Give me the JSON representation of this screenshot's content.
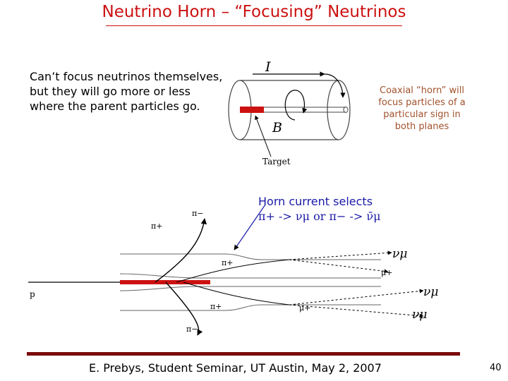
{
  "slide": {
    "title": "Neutrino Horn – “Focusing” Neutrinos",
    "intro_text": "Can’t focus neutrinos themselves, but they will go more or less where the parent particles go.",
    "coax_text": "Coaxial “horn” will focus particles of a particular sign in both planes",
    "target_label": "Target",
    "horn_current_line1": "Horn current selects",
    "horn_current_line2": "π+ -> νμ or π− -> ν̄μ",
    "footer": "E. Prebys, Student Seminar, UT Austin, May 2, 2007",
    "page_number": "40"
  },
  "diagram": {
    "current_label": "I",
    "field_label": "B",
    "proton_label": "p",
    "pion_plus_label": "π+",
    "pion_minus_label": "π−",
    "neutrino_label": "νμ",
    "muon_plus_label": "μ+",
    "colors": {
      "target": "#cc1111",
      "title": "#cc1111",
      "annotation_blue": "#1a1aa6",
      "coax_brown": "#a0522d",
      "footer_bar": "#7a0a0a"
    }
  }
}
